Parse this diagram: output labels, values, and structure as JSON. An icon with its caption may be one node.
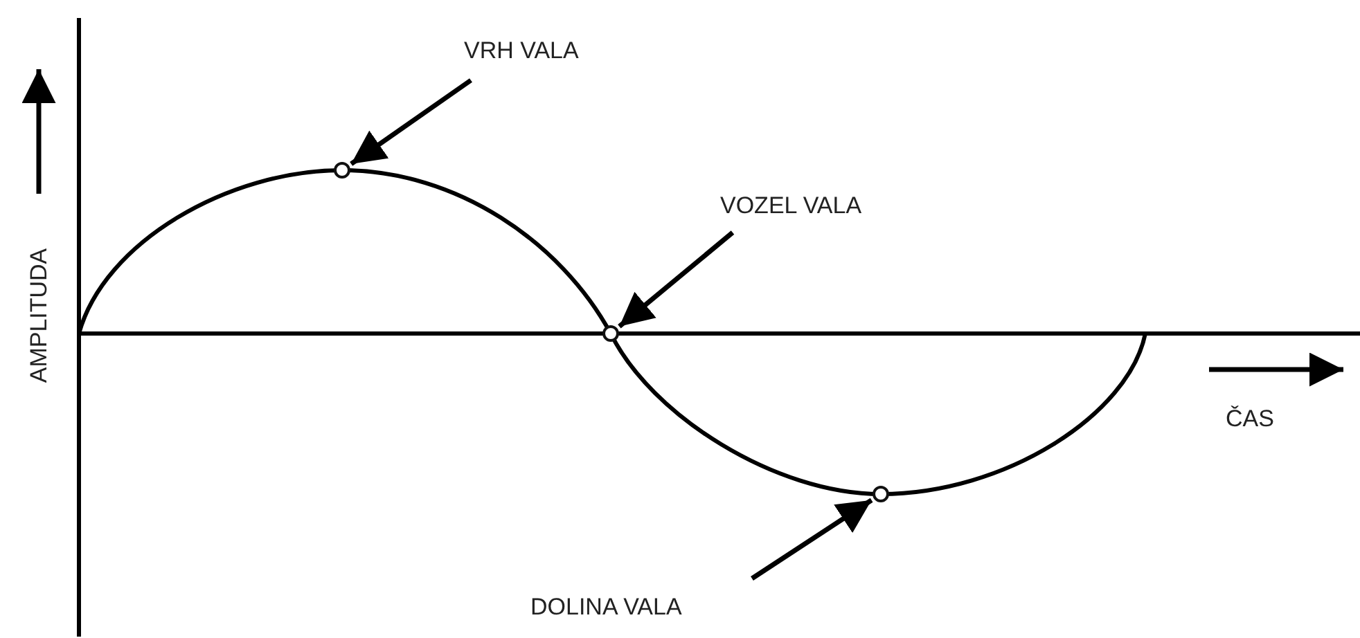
{
  "diagram": {
    "nodes": [
      {
        "text": [
          "VRH VALA"
        ]
      },
      {
        "text": [],
        "shape": "circle"
      },
      {
        "text": [
          "VOZEL VALA"
        ]
      },
      {
        "text": [],
        "shape": "circle"
      },
      {
        "text": [
          "DOLINA VALA"
        ]
      },
      {
        "text": [],
        "shape": "circle"
      }
    ],
    "edges": [
      {
        "from": 0,
        "to": 1,
        "arrow": "to"
      },
      {
        "from": 2,
        "to": 3,
        "arrow": "to"
      },
      {
        "from": 4,
        "to": 5,
        "arrow": "to"
      }
    ],
    "labels": [
      "AMPLITUDA",
      "ČAS"
    ]
  }
}
